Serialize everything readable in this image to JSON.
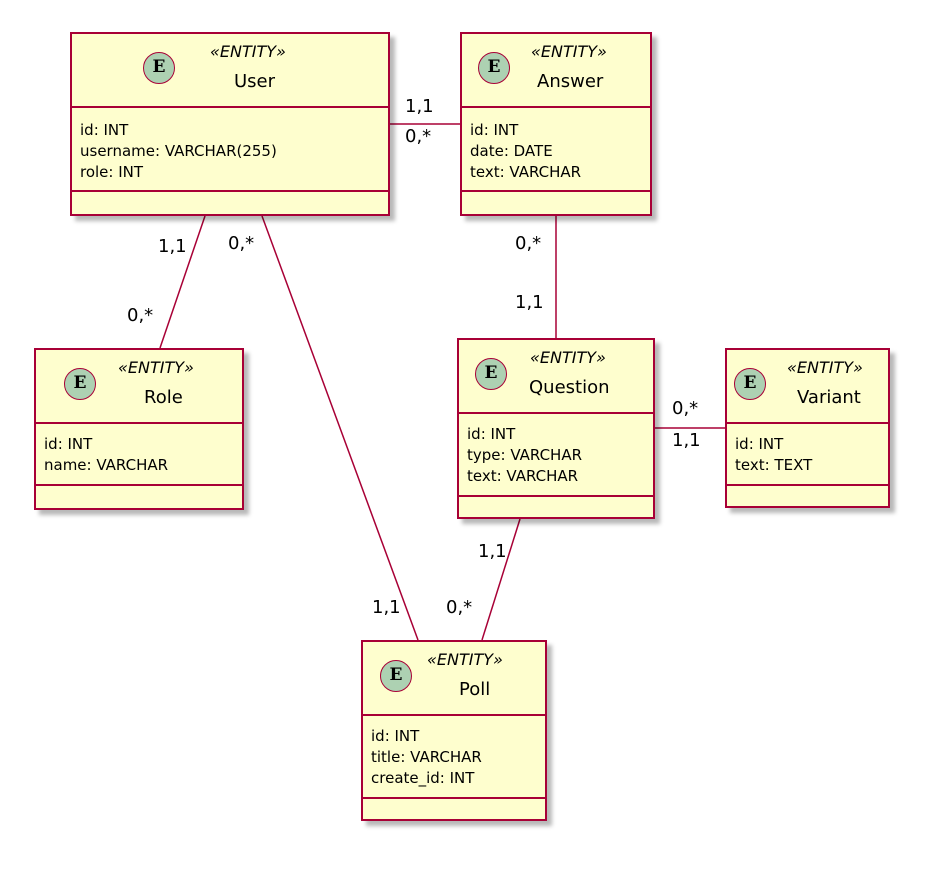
{
  "stereotype": "«ENTITY»",
  "badge_letter": "E",
  "entities": {
    "user": {
      "name": "User",
      "attrs": [
        "id: INT",
        "username: VARCHAR(255)",
        "role: INT"
      ]
    },
    "answer": {
      "name": "Answer",
      "attrs": [
        "id: INT",
        "date: DATE",
        "text: VARCHAR"
      ]
    },
    "role": {
      "name": "Role",
      "attrs": [
        "id: INT",
        "name: VARCHAR"
      ]
    },
    "question": {
      "name": "Question",
      "attrs": [
        "id: INT",
        "type: VARCHAR",
        "text: VARCHAR"
      ]
    },
    "variant": {
      "name": "Variant",
      "attrs": [
        "id: INT",
        "text: TEXT"
      ]
    },
    "poll": {
      "name": "Poll",
      "attrs": [
        "id: INT",
        "title: VARCHAR",
        "create_id: INT"
      ]
    }
  },
  "relations": [
    {
      "from": "User",
      "to": "Answer",
      "from_mult": "1,1",
      "to_mult": "0,*"
    },
    {
      "from": "User",
      "to": "Role",
      "from_mult": "1,1",
      "to_mult": "0,*"
    },
    {
      "from": "User",
      "to": "Poll",
      "from_mult": "0,*",
      "to_mult": "1,1"
    },
    {
      "from": "Answer",
      "to": "Question",
      "from_mult": "0,*",
      "to_mult": "1,1"
    },
    {
      "from": "Question",
      "to": "Variant",
      "from_mult": "0,*",
      "to_mult": "1,1"
    },
    {
      "from": "Question",
      "to": "Poll",
      "from_mult": "1,1",
      "to_mult": "0,*"
    }
  ],
  "colors": {
    "entity_fill": "#FEFECE",
    "border": "#A80036",
    "badge_fill": "#ADD1B2"
  }
}
